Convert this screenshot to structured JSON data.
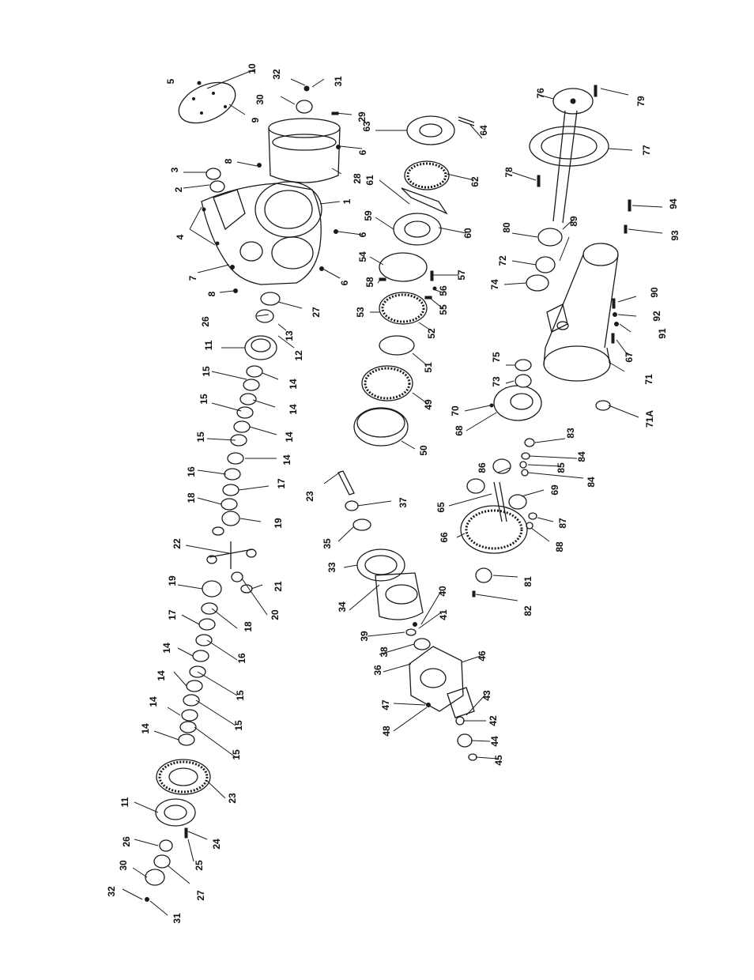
{
  "figure": {
    "callouts": [
      "1",
      "2",
      "3",
      "4",
      "5",
      "6",
      "7",
      "8",
      "9",
      "10",
      "11",
      "12",
      "13",
      "14",
      "15",
      "16",
      "17",
      "18",
      "19",
      "20",
      "21",
      "22",
      "23",
      "24",
      "25",
      "26",
      "27",
      "28",
      "29",
      "30",
      "31",
      "32",
      "33",
      "34",
      "35",
      "36",
      "37",
      "38",
      "39",
      "40",
      "41",
      "42",
      "43",
      "44",
      "45",
      "46",
      "47",
      "48",
      "49",
      "50",
      "51",
      "52",
      "53",
      "54",
      "55",
      "56",
      "57",
      "58",
      "59",
      "60",
      "61",
      "62",
      "63",
      "64",
      "65",
      "66",
      "67",
      "68",
      "69",
      "70",
      "71",
      "71A",
      "72",
      "73",
      "74",
      "75",
      "76",
      "77",
      "78",
      "79",
      "80",
      "81",
      "82",
      "83",
      "84",
      "85",
      "86",
      "87",
      "88",
      "89",
      "90",
      "91",
      "92",
      "93",
      "94"
    ]
  }
}
